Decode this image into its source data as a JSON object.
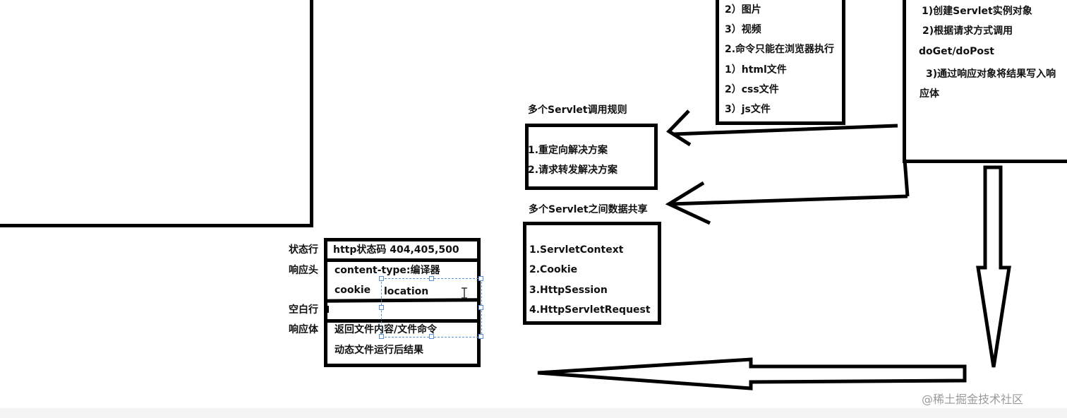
{
  "top_list": {
    "items": [
      "2）图片",
      "3）视频",
      "2.命令只能在浏览器执行",
      "1）html文件",
      "2）css文件",
      "3）js文件"
    ]
  },
  "servlet_steps": {
    "items": [
      "1)创建Servlet实例对象",
      "2)根据请求方式调用",
      "doGet/doPost",
      "3)通过响应对象将结果写入响",
      "应体"
    ]
  },
  "call_rules": {
    "title": "多个Servlet调用规则",
    "items": [
      "1.重定向解决方案",
      "2.请求转发解决方案"
    ]
  },
  "data_sharing": {
    "title": "多个Servlet之间数据共享",
    "items": [
      "1.ServletContext",
      "2.Cookie",
      "3.HttpSession",
      "4.HttpServletRequest"
    ]
  },
  "response_packet": {
    "row_labels": [
      "状态行",
      "响应头",
      "空白行",
      "响应体"
    ],
    "status_line": "http状态码 404,405,500",
    "header_content_type": "content-type:编译器",
    "header_cookie": "cookie",
    "header_location": "location",
    "body_line_1": "返回文件内容/文件命令",
    "body_line_2": "动态文件运行后结果"
  },
  "watermark": "@稀土掘金技术社区"
}
